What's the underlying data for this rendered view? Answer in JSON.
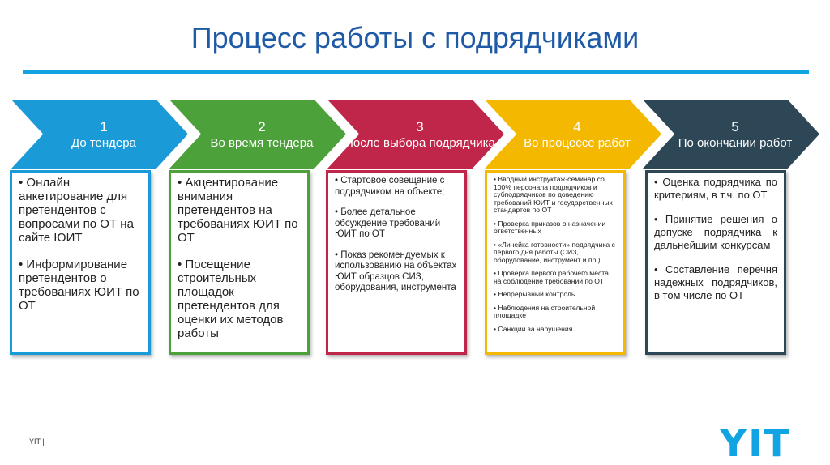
{
  "title": "Процесс работы с подрядчиками",
  "colors": [
    "#1a9bd7",
    "#4da13a",
    "#c0264a",
    "#f5b800",
    "#2d4756"
  ],
  "steps": [
    {
      "num": "1",
      "label": "До тендера",
      "items": [
        "•  Онлайн анкетирование для претендентов с вопросами по ОТ на сайте ЮИТ",
        "•  Информирование претендентов о требованиях ЮИТ по ОТ"
      ]
    },
    {
      "num": "2",
      "label": "Во время тендера",
      "items": [
        "•  Акцентирование внимания претендентов на требованиях ЮИТ по ОТ",
        "•  Посещение строительных площадок претендентов для оценки их методов работы"
      ]
    },
    {
      "num": "3",
      "label": "После выбора подрядчика",
      "items": [
        "•  Стартовое совещание с подрядчиком на объекте;",
        "•  Более детальное обсуждение требований ЮИТ по ОТ",
        "•  Показ рекомендуемых к использованию на объектах ЮИТ образцов СИЗ, оборудования, инструмента"
      ]
    },
    {
      "num": "4",
      "label": "Во процессе работ",
      "items": [
        "•  Вводный инструктаж-семинар со 100% персонала подрядчиков и субподрядчиков по доведению требований ЮИТ и государственных стандартов по ОТ",
        "•  Проверка приказов о назначении ответственных",
        "•  «Линейка готовности» подрядчика с первого дня работы (СИЗ, оборудование, инструмент и пр.)",
        "•  Проверка первого рабочего места на соблюдение требований по ОТ",
        "•  Непрерывный контроль",
        "•  Наблюдения на строительной площадке",
        "•  Санкции за нарушения"
      ]
    },
    {
      "num": "5",
      "label": "По окончании работ",
      "items": [
        "•  Оценка подрядчика по критериям, в т.ч. по ОТ",
        "•  Принятие решения о допуске подрядчика к дальнейшим конкурсам",
        "•  Составление перечня надежных подрядчиков, в том числе по ОТ"
      ]
    }
  ],
  "footer": "YIT  |",
  "logo": "YIT"
}
